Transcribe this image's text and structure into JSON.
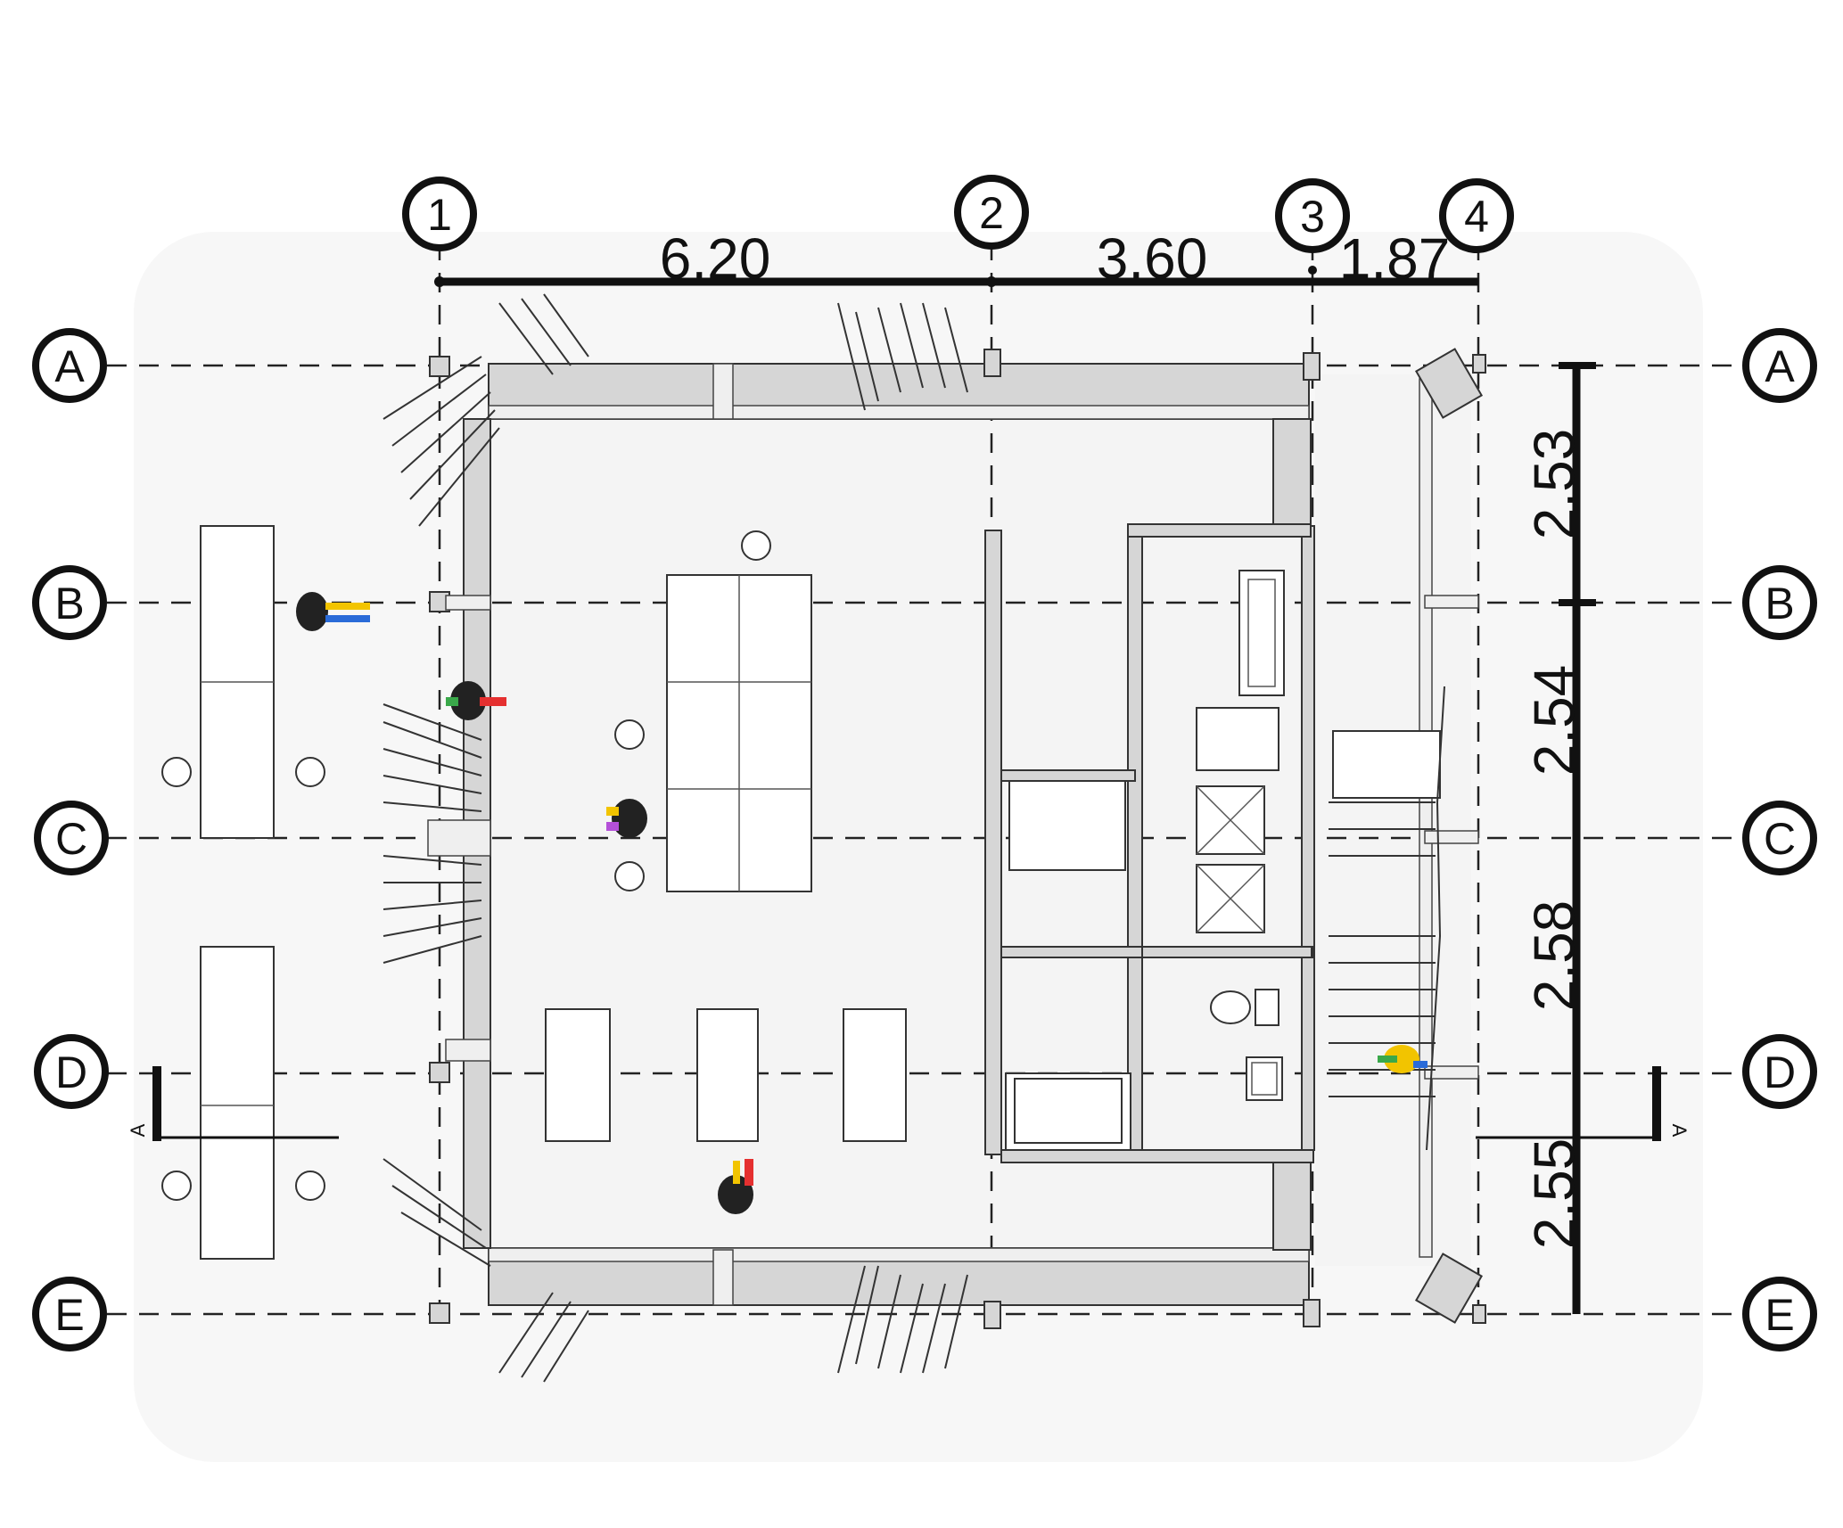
{
  "grid_columns": [
    {
      "label": "1"
    },
    {
      "label": "2"
    },
    {
      "label": "3"
    },
    {
      "label": "4"
    }
  ],
  "grid_rows": [
    {
      "label": "A"
    },
    {
      "label": "B"
    },
    {
      "label": "C"
    },
    {
      "label": "D"
    },
    {
      "label": "E"
    }
  ],
  "horizontal_dimensions": [
    "6.20",
    "3.60",
    "1.87"
  ],
  "vertical_dimensions": [
    "2.53",
    "2.54",
    "2.58",
    "2.55"
  ],
  "section_marker": {
    "label": "A"
  }
}
